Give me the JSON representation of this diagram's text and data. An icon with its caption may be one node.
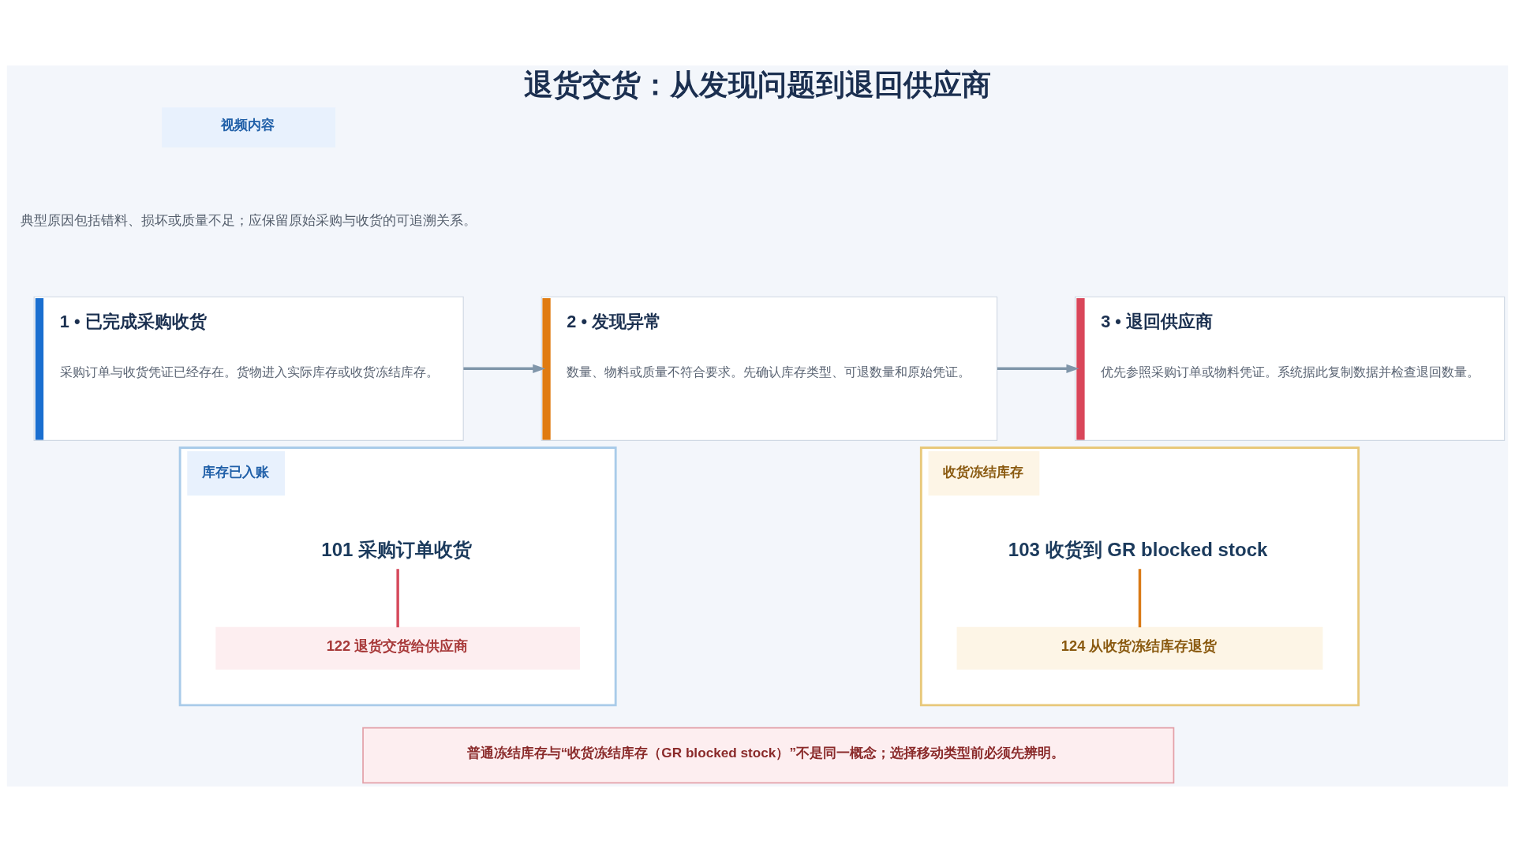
{
  "diagram": {
    "title": "退货交货：从发现问题到退回供应商",
    "nodes": [
      {
        "text": [
          "视频内容"
        ]
      },
      {
        "text": [
          "1 • 已完成采购收货",
          "采购订单与收货凭证已经存在。货物进入实际库存或收货冻结库存。"
        ]
      },
      {
        "text": [
          "2 • 发现异常",
          "数量、物料或质量不符合要求。先确认库存类型、可退数量和原始凭证。"
        ]
      },
      {
        "text": [
          "3 • 退回供应商",
          "优先参照采购订单或物料凭证。系统据此复制数据并检查退回数量。"
        ]
      },
      {
        "text": [
          "库存已入账"
        ]
      },
      {
        "text": [
          "101 采购订单收货"
        ],
        "in": 4
      },
      {
        "text": [
          "122 退货交货给供应商"
        ],
        "in": 4
      },
      {
        "text": [
          "收货冻结库存"
        ]
      },
      {
        "text": [
          "103 收货到 GR blocked stock"
        ],
        "in": 7
      },
      {
        "text": [
          "124 从收货冻结库存退货"
        ],
        "in": 7
      },
      {
        "text": [
          "普通冻结库存与“收货冻结库存（GR blocked stock）”不是同一概念；选择移动类型前必须先辨明。"
        ]
      }
    ],
    "edges": [
      {
        "from": 1,
        "to": 2,
        "arrow": "to"
      },
      {
        "from": 2,
        "to": 3,
        "arrow": "to"
      },
      {
        "from": 5,
        "to": 6,
        "arrow": "none",
        "color": "#d64a5c"
      },
      {
        "from": 8,
        "to": 9,
        "arrow": "none",
        "color": "#d97a16"
      }
    ],
    "labels": [
      "典型原因包括错料、损坏或质量不足；应保留原始采购与收货的可追溯关系。"
    ]
  }
}
